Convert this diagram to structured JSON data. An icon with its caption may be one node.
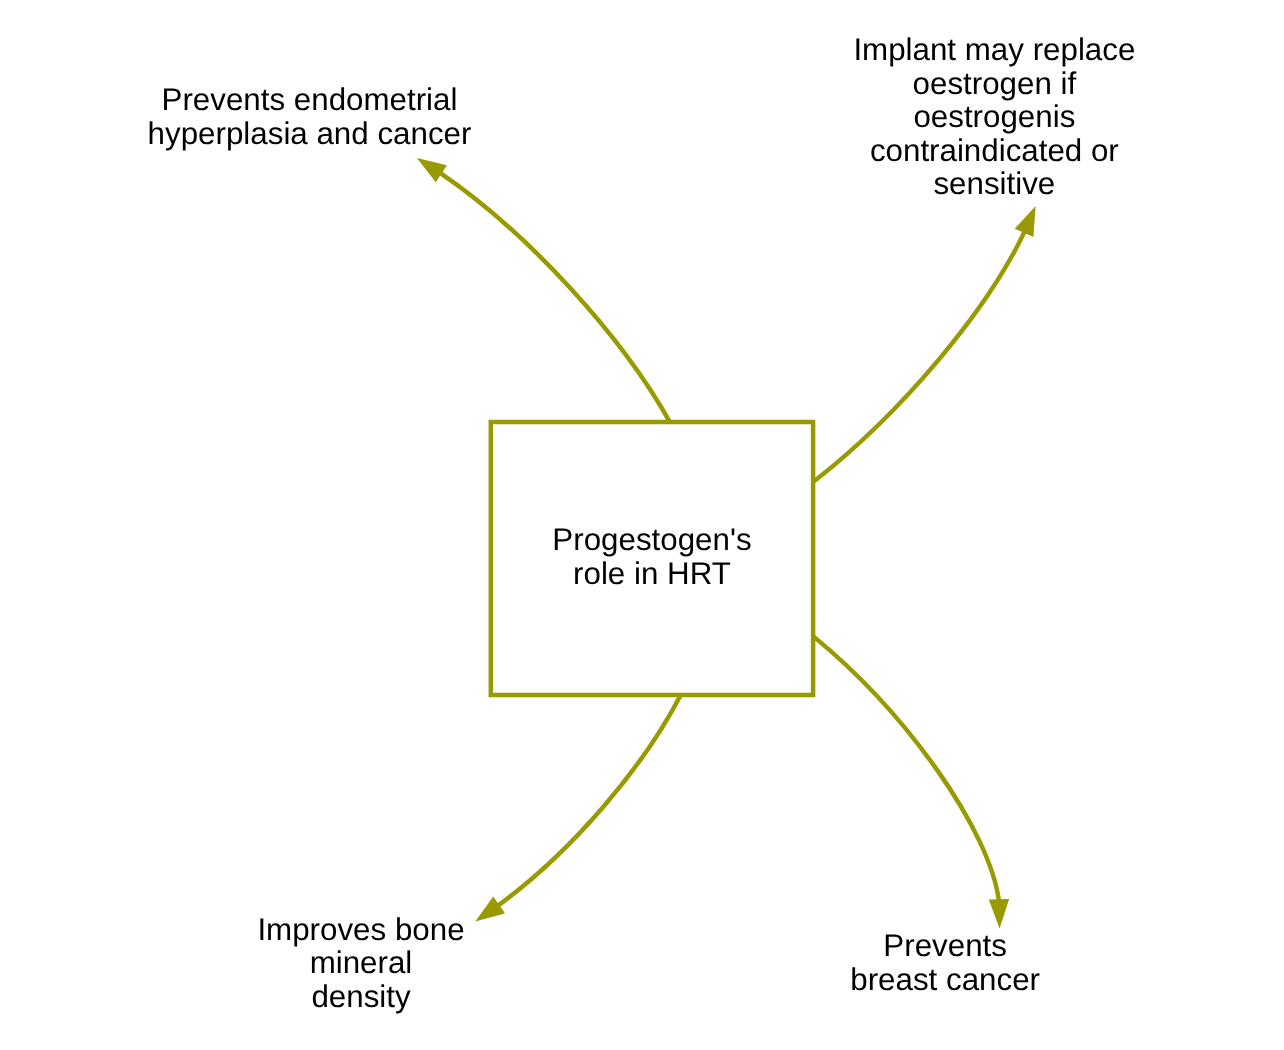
{
  "diagram": {
    "nodes": [
      {
        "text": [
          "Progestogen's role in HRT"
        ]
      },
      {
        "text": [
          "Prevents endometrial hyperplasia and cancer"
        ]
      },
      {
        "text": [
          "Implant may replace oestrogen if oestrogenis contraindicated or sensitive"
        ]
      },
      {
        "text": [
          "Improves bone mineral density"
        ]
      },
      {
        "text": [
          "Prevents breast cancer"
        ]
      }
    ],
    "edges": [
      {
        "from": 0,
        "to": 1,
        "arrow": "to",
        "color": "#999900"
      },
      {
        "from": 0,
        "to": 2,
        "arrow": "to",
        "color": "#999900"
      },
      {
        "from": 0,
        "to": 3,
        "arrow": "to",
        "color": "#999900"
      },
      {
        "from": 0,
        "to": 4,
        "arrow": "to",
        "color": "#999900"
      }
    ]
  }
}
